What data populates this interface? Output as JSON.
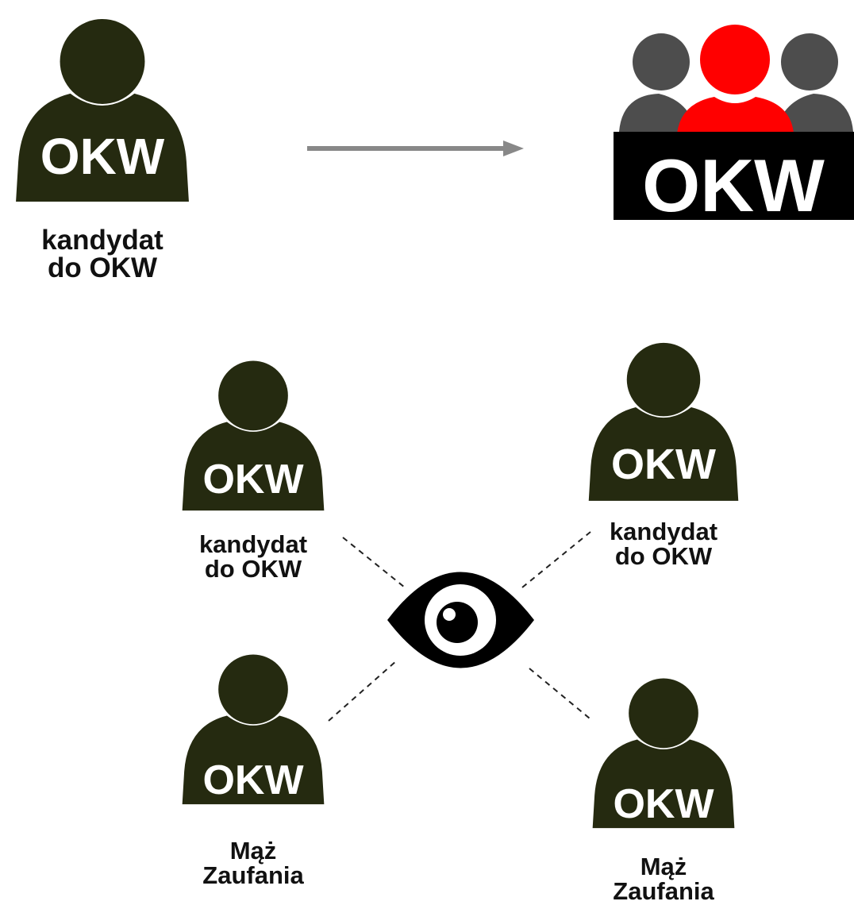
{
  "colors": {
    "person": "#252a10",
    "group_center": "#ff0000",
    "group_side": "#4d4d4d",
    "banner": "#000000",
    "arrow": "#888888",
    "dash": "#222222"
  },
  "persons": {
    "top_left": {
      "badge": "OKW",
      "caption_line1": "kandydat",
      "caption_line2": "do OKW"
    },
    "mid_left": {
      "badge": "OKW",
      "caption_line1": "kandydat",
      "caption_line2": "do OKW"
    },
    "mid_right": {
      "badge": "OKW",
      "caption_line1": "kandydat",
      "caption_line2": "do OKW"
    },
    "bottom_left": {
      "badge": "OKW",
      "caption_line1": "Mąż",
      "caption_line2": "Zaufania"
    },
    "bottom_right": {
      "badge": "OKW",
      "caption_line1": "Mąż",
      "caption_line2": "Zaufania"
    }
  },
  "group": {
    "badge": "OKW"
  },
  "icons": {
    "person": "person-icon",
    "group": "group-icon",
    "eye": "eye-icon",
    "arrow": "arrow-right-icon"
  }
}
